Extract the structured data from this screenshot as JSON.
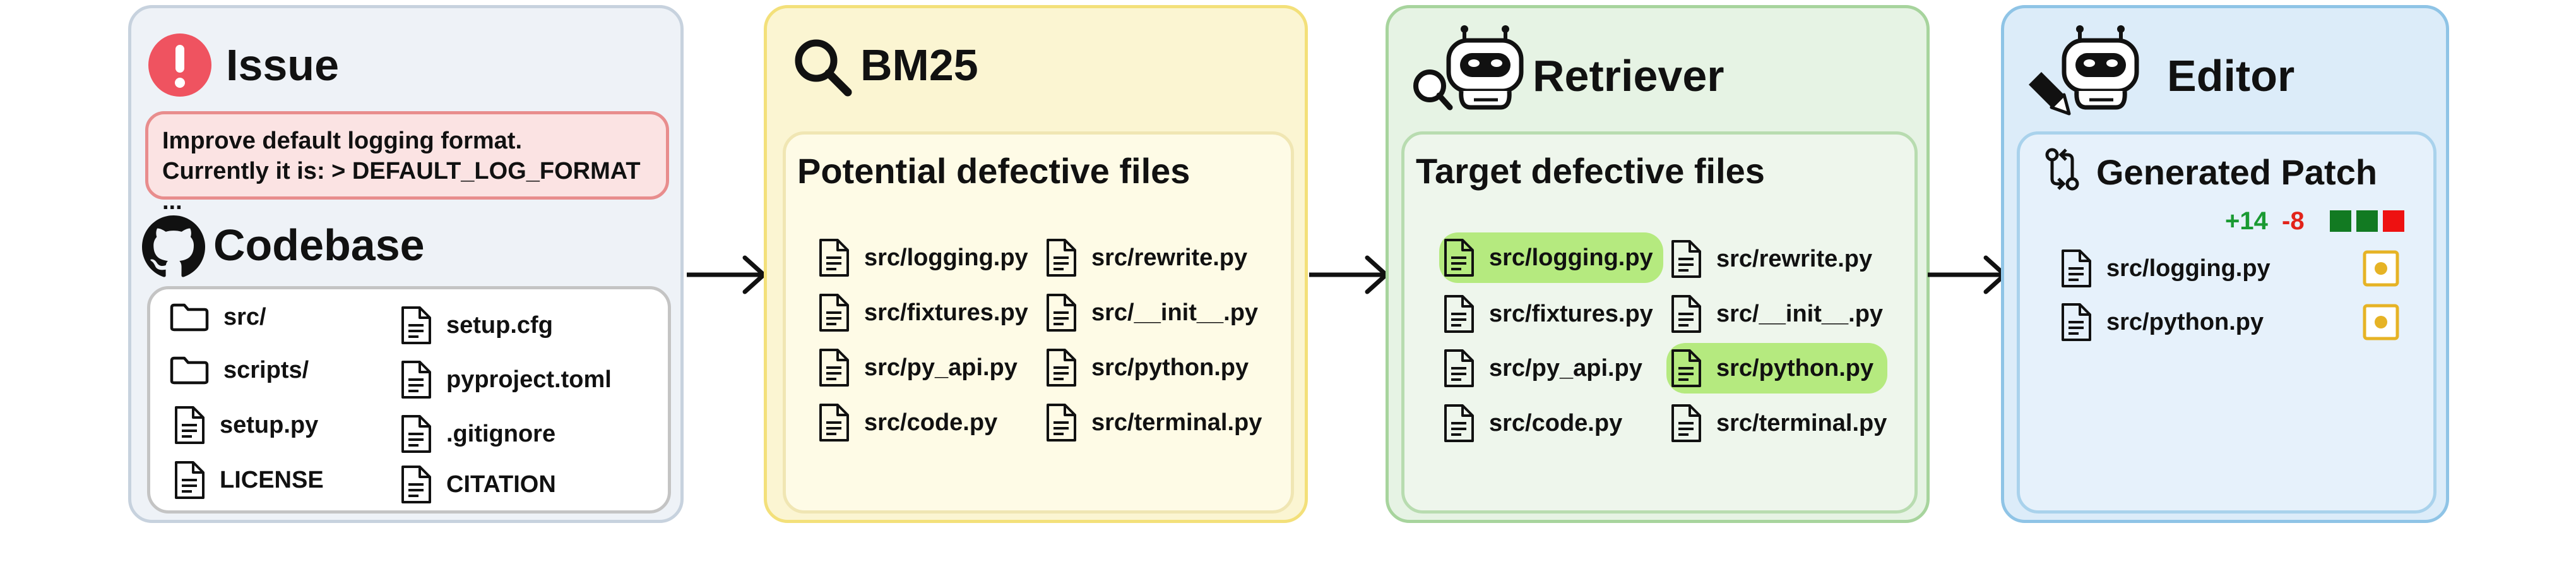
{
  "issue": {
    "title": "Issue",
    "text_line1": "Improve default logging format.",
    "text_line2": "Currently it is: > DEFAULT_LOG_FORMAT ..."
  },
  "codebase": {
    "title": "Codebase",
    "items": [
      "src/",
      "scripts/",
      "setup.py",
      "LICENSE",
      "setup.cfg",
      "pyproject.toml",
      ".gitignore",
      "CITATION"
    ]
  },
  "bm25": {
    "title": "BM25",
    "subtitle": "Potential defective files",
    "files": [
      "src/logging.py",
      "src/fixtures.py",
      "src/py_api.py",
      "src/code.py",
      "src/rewrite.py",
      "src/__init__.py",
      "src/python.py",
      "src/terminal.py"
    ]
  },
  "retriever": {
    "title": "Retriever",
    "subtitle": "Target defective files",
    "files": [
      "src/logging.py",
      "src/fixtures.py",
      "src/py_api.py",
      "src/code.py",
      "src/rewrite.py",
      "src/__init__.py",
      "src/python.py",
      "src/terminal.py"
    ],
    "highlighted": [
      "src/logging.py",
      "src/python.py"
    ],
    "highlight_color": "#b5ea7f"
  },
  "editor": {
    "title": "Editor",
    "subtitle": "Generated Patch",
    "additions": "+14",
    "deletions": "-8",
    "files": [
      "src/logging.py",
      "src/python.py"
    ]
  },
  "colors": {
    "issue_panel_bg": "#eef2f7",
    "issue_panel_border": "#c7d2de",
    "issue_box_bg": "#fbe3e3",
    "issue_box_border": "#e88d8d",
    "bm25_panel_bg": "#fbf5d2",
    "bm25_panel_border": "#f3e07a",
    "retriever_panel_bg": "#e6f3e4",
    "retriever_panel_border": "#a7d49d",
    "editor_panel_bg": "#dcecf9",
    "editor_panel_border": "#8fc4e6",
    "issue_icon": "#ef5360",
    "additions": "#1a9a32",
    "deletions": "#e2231a",
    "diff_green": "#127a22",
    "diff_red": "#ee1111",
    "modified_marker": "#e6b325"
  },
  "icons": [
    "exclamation-icon",
    "github-icon",
    "folder-icon",
    "file-icon",
    "magnifier-icon",
    "robot-icon",
    "pencil-icon",
    "git-compare-icon",
    "modified-file-icon"
  ]
}
